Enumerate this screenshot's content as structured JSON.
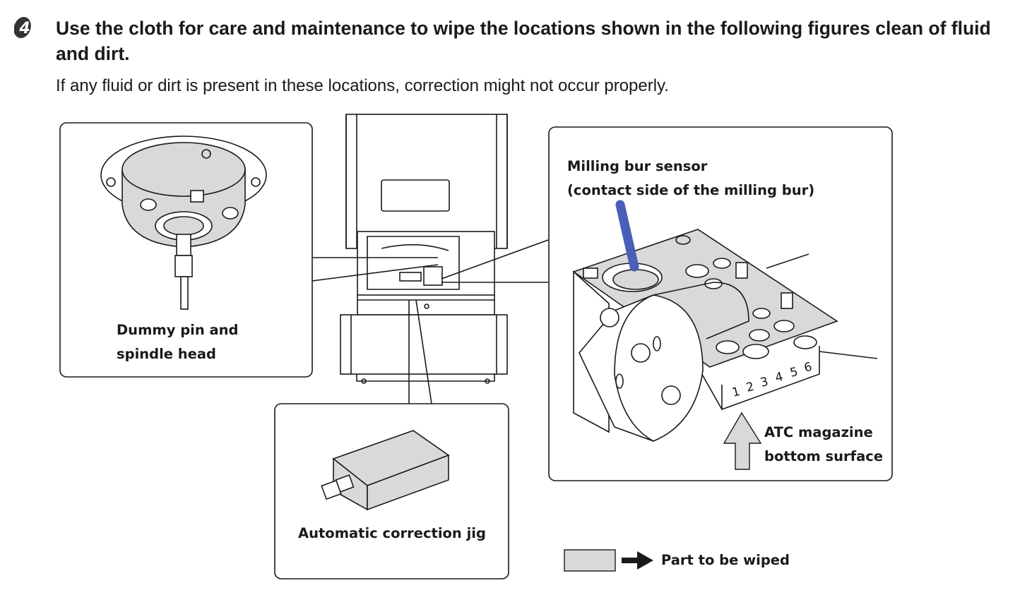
{
  "step": {
    "number": "4",
    "heading": "Use the cloth for care and maintenance to wipe the locations shown in the following figures clean of fluid and dirt.",
    "subtext": "If any fluid or dirt is present in these locations, correction might not occur properly."
  },
  "callouts": {
    "spindle": {
      "line1": "Dummy pin and",
      "line2": "spindle head"
    },
    "jig": {
      "label": "Automatic correction jig"
    },
    "sensor": {
      "line1": "Milling bur sensor",
      "line2": "(contact side of the milling bur)"
    },
    "magazine": {
      "line1": "ATC magazine",
      "line2": "bottom surface",
      "slot_numbers": [
        "1",
        "2",
        "3",
        "4",
        "5",
        "6"
      ]
    }
  },
  "legend": {
    "label": "Part to be wiped",
    "swatch_color": "#d9d9d9"
  },
  "colors": {
    "wipe_gray": "#d9d9d9",
    "sensor_blue": "#4a5fb8",
    "outline": "#1a1a1a"
  }
}
